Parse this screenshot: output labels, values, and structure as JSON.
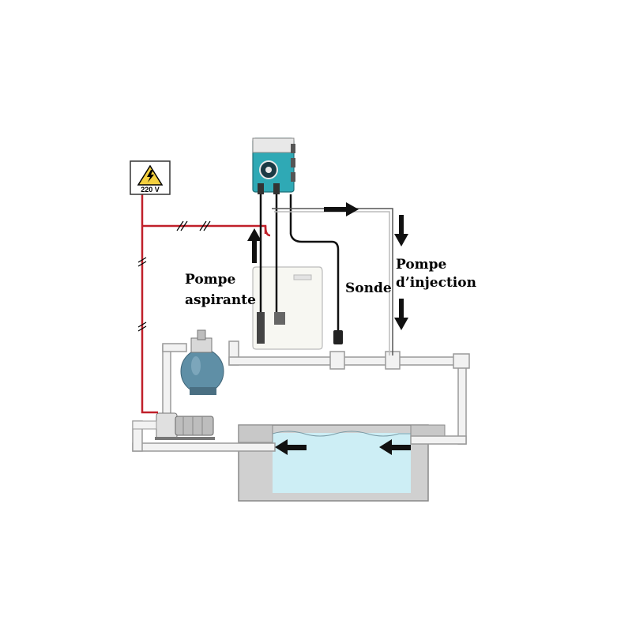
{
  "diagram": {
    "labels": {
      "voltage": "220 V",
      "pompe_aspirante_line1": "Pompe",
      "pompe_aspirante_line2": "aspirante",
      "sonde": "Sonde",
      "pompe_injection_line1": "Pompe",
      "pompe_injection_line2": "d’injection"
    },
    "colors": {
      "electric_wire": "#c0202a",
      "pipe_fill": "#f2f2f2",
      "pipe_stroke": "#9a9a9a",
      "water": "#cdeef5",
      "pool_wall": "#c8c8c8",
      "pump_body": "#2fa9b5",
      "filter_tank": "#5f8fa6",
      "warning_yellow": "#f4d03f"
    },
    "icons": [
      "high-voltage-warning-icon",
      "dosing-pump-icon",
      "sand-filter-icon",
      "circulation-pump-icon"
    ]
  }
}
